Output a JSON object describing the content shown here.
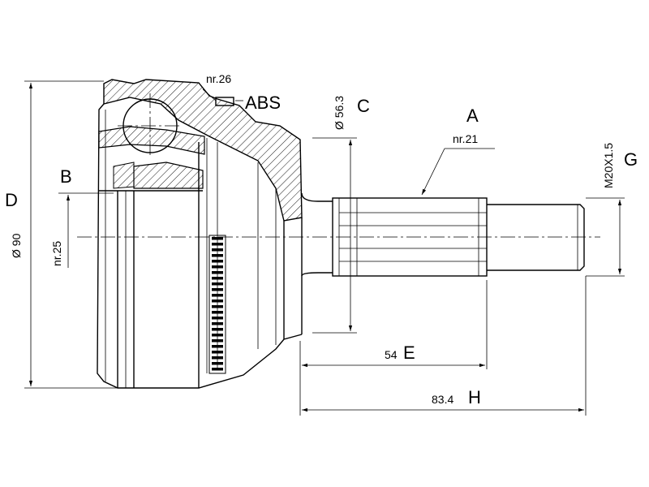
{
  "labels": {
    "A": "A",
    "B": "B",
    "C": "C",
    "D": "D",
    "E": "E",
    "G": "G",
    "H": "H",
    "abs": "ABS",
    "nr26": "nr.26",
    "nr25": "nr.25",
    "nr21": "nr.21",
    "dia90": "Ø 90",
    "dia56": "Ø 56.3",
    "thread": "M20X1.5",
    "len54": "54",
    "len83": "83.4"
  }
}
